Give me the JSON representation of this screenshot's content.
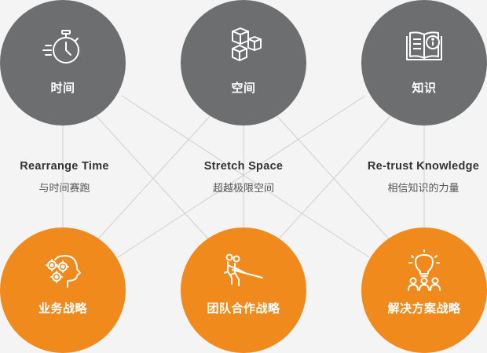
{
  "colors": {
    "background": "#f4f4f4",
    "top_circle": "#6d6e70",
    "bottom_circle": "#f08a1c",
    "connector_line": "#cfcfcf",
    "text_dark": "#333333"
  },
  "top_circles": [
    {
      "title": "时间",
      "icon": "stopwatch-icon"
    },
    {
      "title": "空间",
      "icon": "cubes-icon"
    },
    {
      "title": "知识",
      "icon": "book-info-icon"
    }
  ],
  "middle_labels": [
    {
      "en": "Rearrange Time",
      "zh": "与时间赛跑"
    },
    {
      "en": "Stretch Space",
      "zh": "超越极限空间"
    },
    {
      "en": "Re-trust Knowledge",
      "zh": "相信知识的力量"
    }
  ],
  "bottom_circles": [
    {
      "title": "业务战略",
      "icon": "head-gears-icon"
    },
    {
      "title": "团队合作战略",
      "icon": "tug-of-war-icon"
    },
    {
      "title": "解决方案战略",
      "icon": "lightbulb-team-icon"
    }
  ]
}
